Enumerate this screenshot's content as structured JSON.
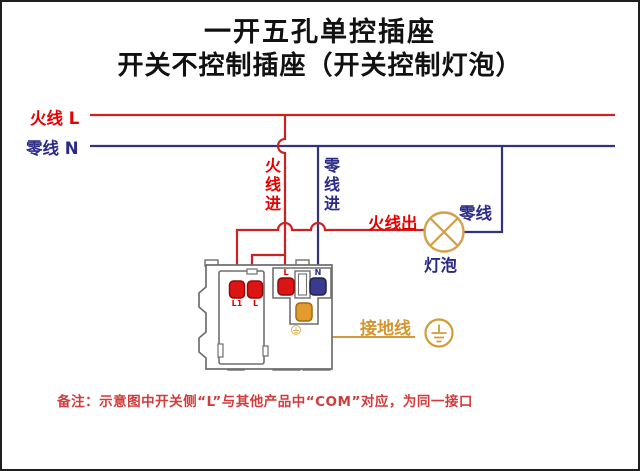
{
  "title": {
    "line1": "一开五孔单控插座",
    "line2": "开关不控制插座（开关控制灯泡）"
  },
  "labels": {
    "live_line": "火线 L",
    "neutral_line": "零线 N",
    "live_in": "火线进",
    "neutral_in": "零线进",
    "live_out": "火线出",
    "neutral_branch": "零线",
    "bulb": "灯泡",
    "ground_wire": "接地线"
  },
  "terminals": {
    "switch_l1": "L1",
    "switch_l": "L",
    "socket_l": "L",
    "socket_n": "N"
  },
  "note": "备注：示意图中开关侧“L”与其他产品中“COM”对应，为同一接口",
  "colors": {
    "live_wire": "#cc2222",
    "live_text": "#e60000",
    "neutral_wire": "#32327e",
    "neutral_text": "#2b2b86",
    "ground": "#d49a3a",
    "ground_text": "#d4952e",
    "terminal_red": "#dd1414",
    "terminal_blue": "#3a3a8e",
    "terminal_ground": "#e49b2d",
    "device_outline": "#6f6f6f",
    "note_text": "#d23b3b",
    "title_text": "#111111"
  }
}
